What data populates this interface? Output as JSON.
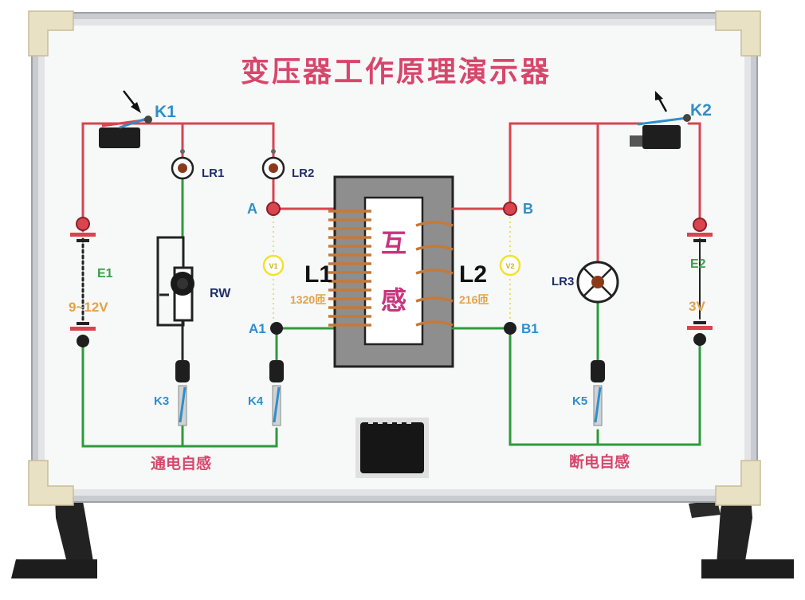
{
  "board": {
    "title": "变压器工作原理演示器",
    "colors": {
      "frame": "#c8cbcf",
      "panel": "#f7f8f8",
      "title": "#d6476c",
      "red_wire": "#d9444f",
      "green_wire": "#2e9a3c",
      "black_wire": "#2a2a2a",
      "blue_label": "#2f8fc8",
      "green_label": "#3aa04a",
      "orange_label": "#e2a24a",
      "navy_label": "#1f2f6a",
      "core_gray": "#8e8e8e",
      "coil_copper": "#c47a3a",
      "voltmeter_yellow": "#f2e22a"
    }
  },
  "switches": {
    "k1": "K1",
    "k2": "K2",
    "k3": "K3",
    "k4": "K4",
    "k5": "K5"
  },
  "lamps": {
    "lr1": "LR1",
    "lr2": "LR2",
    "lr3": "LR3"
  },
  "terminals": {
    "a": "A",
    "a1": "A1",
    "b": "B",
    "b1": "B1"
  },
  "meters": {
    "v1": "V1",
    "v2": "V2"
  },
  "sources": {
    "e1": "E1",
    "e1_voltage": "9~12V",
    "e2": "E2",
    "e2_voltage": "3V"
  },
  "rheostat": "RW",
  "transformer": {
    "core_top_char": "互",
    "core_bottom_char": "感",
    "l1": "L1",
    "l1_turns": "1320匝",
    "l2": "L2",
    "l2_turns": "216匝"
  },
  "sections": {
    "left": "通电自感",
    "right": "断电自感"
  }
}
